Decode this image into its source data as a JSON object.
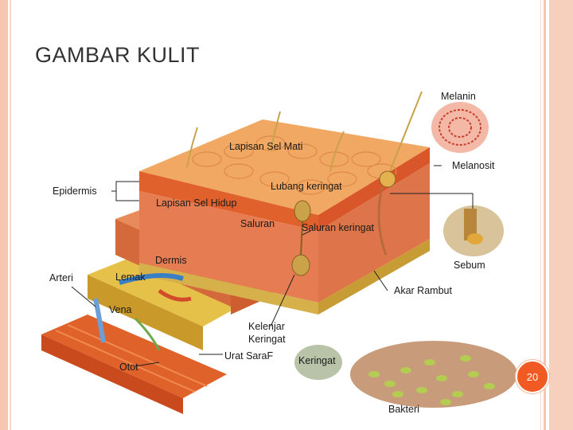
{
  "slide": {
    "title": "GAMBAR KULIT",
    "page_number": "20"
  },
  "labels": {
    "melanin": "Melanin",
    "melanosit": "Melanosit",
    "lapisan_sel_mati": "Lapisan Sel Mati",
    "epidermis": "Epidermis",
    "lubang_keringat": "Lubang keringat",
    "lapisan_sel_hidup": "Lapisan Sel Hidup",
    "saluran": "Saluran",
    "saluran_keringat": "Saluran keringat",
    "sebum": "Sebum",
    "dermis": "Dermis",
    "arteri": "Arteri",
    "lemak": "Lemak",
    "akar_rambut": "Akar Rambut",
    "vena": "Vena",
    "kelenjar": "Kelenjar",
    "keringat": "Keringat",
    "urat_saraf": "Urat SaraF",
    "keringat2": "Keringat",
    "otot": "Otot",
    "bakteri": "Bakteri"
  },
  "colors": {
    "accent": "#f15a22",
    "frame": "#f6c6b0"
  }
}
